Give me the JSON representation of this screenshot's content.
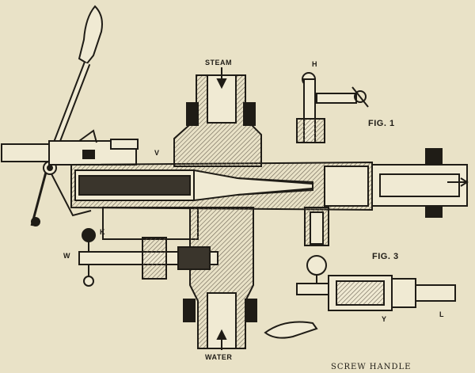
{
  "labels": {
    "steam": "STEAM",
    "water": "WATER",
    "fig1": "FIG. 1",
    "fig3": "FIG. 3",
    "h": "H",
    "k": "K",
    "w": "W",
    "v": "V",
    "y": "Y",
    "l": "L",
    "caption": "SCREW HANDLE"
  },
  "colors": {
    "paper": "#e9e2c7",
    "ink": "#1f1c16",
    "hatch": "#6a6253"
  }
}
